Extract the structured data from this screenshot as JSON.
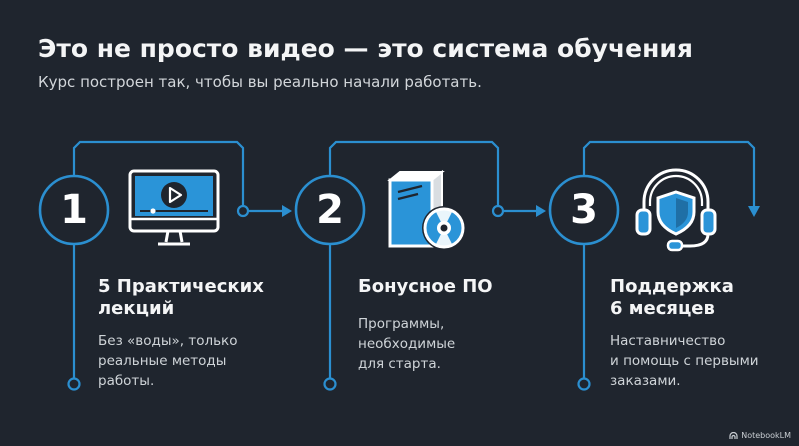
{
  "header": {
    "title": "Это не просто видео — это система обучения",
    "subtitle": "Курс построен так, чтобы вы реально начали работать."
  },
  "steps": [
    {
      "number": "1",
      "icon": "monitor-play-icon",
      "heading_line1": "5 Практических",
      "heading_line2": "лекций",
      "body_line1": "Без «воды», только",
      "body_line2": "реальные методы",
      "body_line3": "работы."
    },
    {
      "number": "2",
      "icon": "software-box-disc-icon",
      "heading_line1": "Бонусное ПО",
      "heading_line2": "",
      "body_line1": "Программы,",
      "body_line2": "необходимые",
      "body_line3": "для старта."
    },
    {
      "number": "3",
      "icon": "headset-shield-icon",
      "heading_line1": "Поддержка",
      "heading_line2": "6 месяцев",
      "body_line1": "Наставничество",
      "body_line2": "и помощь с первыми",
      "body_line3": "заказами."
    }
  ],
  "footer": {
    "brand": "NotebookLM",
    "brand_icon": "notebooklm-logo-icon"
  },
  "colors": {
    "background": "#1f252e",
    "accent": "#2b8fd0",
    "accent_fill": "#2a94d8",
    "text": "#f4f5f6"
  }
}
